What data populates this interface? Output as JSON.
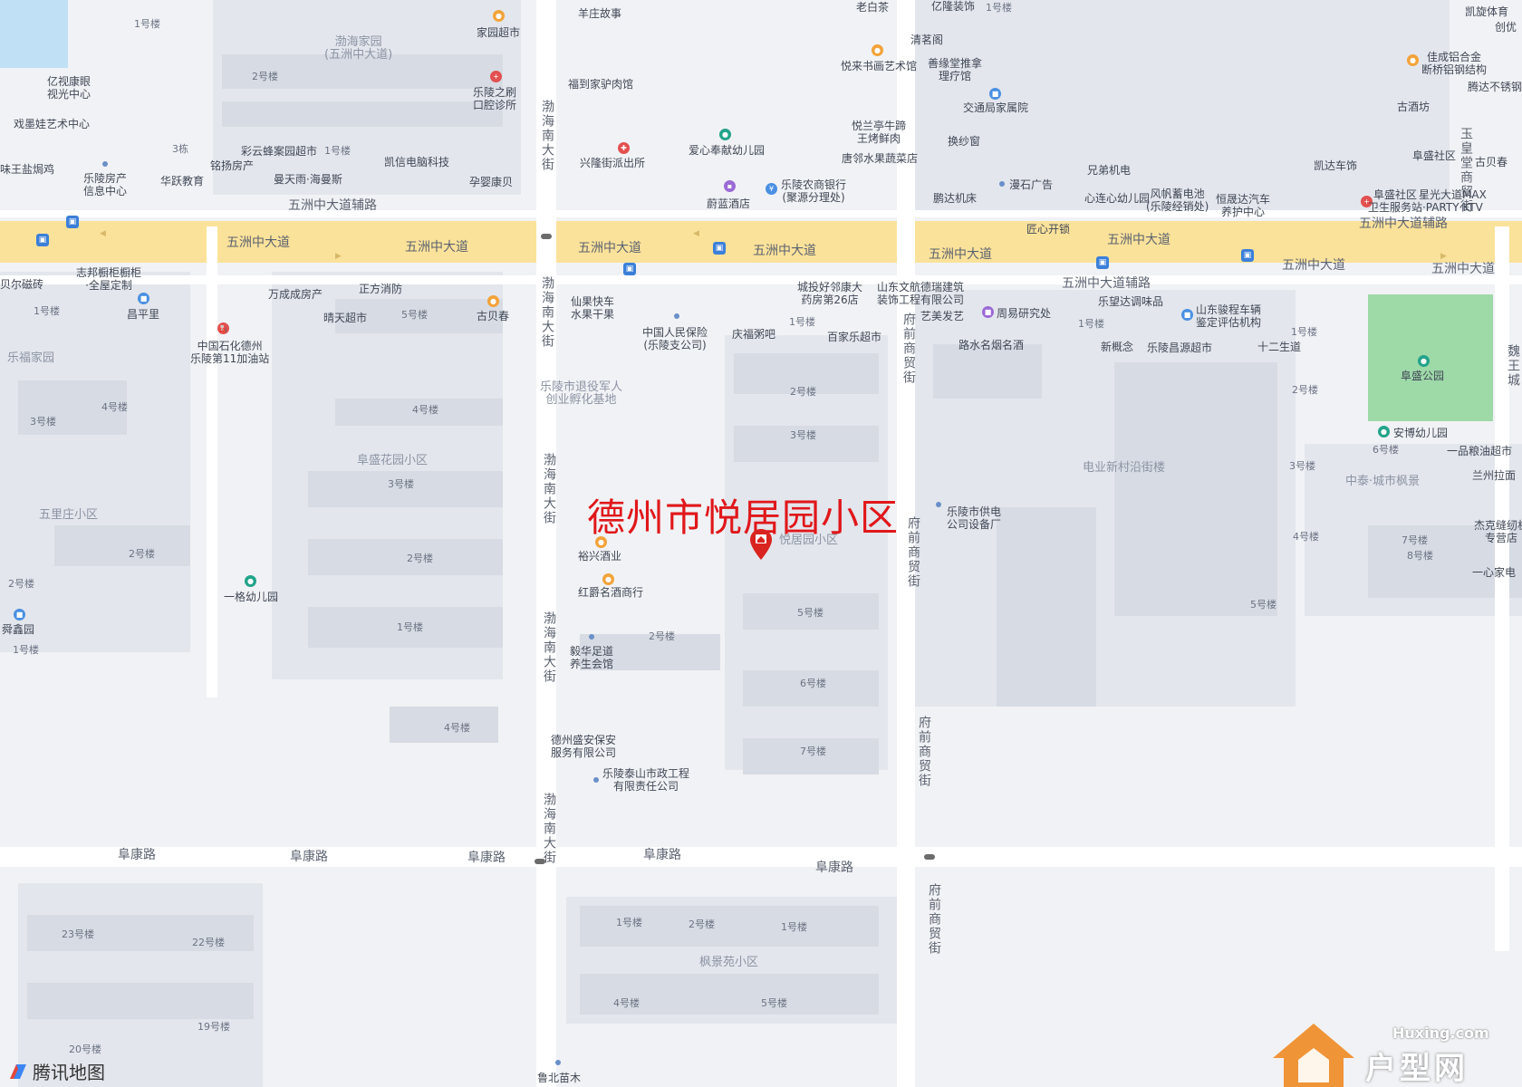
{
  "headline": "德州市悦居园小区",
  "marker": {
    "label": "悦居园小区"
  },
  "roads": {
    "wuzhou_main": "五洲中大道",
    "wuzhou_aux": "五洲中大道辅路",
    "fukang": "阜康路",
    "bohai": "渤海南大街",
    "fuqian": "府前商贸街",
    "yuhuang": "玉皇堂商贸街",
    "wei": "魏王城"
  },
  "areas": [
    "渤海家园\n(五洲中大道)",
    "乐福家园",
    "五里庄小区",
    "阜盛花园小区",
    "乐陵市退役军人\n创业孵化基地",
    "电业新村沿街楼",
    "中泰·城市枫景",
    "枫景苑小区"
  ],
  "buildings": [
    "1号楼",
    "2号楼",
    "3号楼",
    "4号楼",
    "5号楼",
    "6号楼",
    "7号楼",
    "8号楼",
    "19号楼",
    "20号楼",
    "22号楼",
    "23号楼",
    "3栋"
  ],
  "pois": [
    "羊庄故事",
    "家园超市",
    "老白茶",
    "亿隆装饰",
    "凯旋体育",
    "创优",
    "亿视康眼\n视光中心",
    "乐陵之刷\n口腔诊所",
    "福到家驴肉馆",
    "清茗阁",
    "悦来书画艺术馆",
    "善缘堂推拿\n理疗馆",
    "佳成铝合金\n断桥铝钢结构",
    "戏墨娃艺术中心",
    "交通局家属院",
    "腾达不锈钢",
    "古酒坊",
    "兴隆街派出所",
    "爱心奉献幼儿园",
    "悦兰亭牛蹄\n王烤鲜肉",
    "换纱窗",
    "唐邻水果蔬菜店",
    "兄弟机电",
    "风帆蓄电池\n(乐陵经销处)",
    "恒晟达汽车\n养护中心",
    "凯达车饰",
    "阜盛社区",
    "古贝春",
    "味王盐焗鸡",
    "乐陵房产\n信息中心",
    "华跃教育",
    "铭扬房产",
    "彩云蜂案园超市",
    "曼天雨·海曼斯",
    "凯信电脑科技",
    "孕婴康贝",
    "蔚蓝酒店",
    "乐陵农商银行\n(聚源分理处)",
    "鹏达机床",
    "漫石广告",
    "心连心幼儿园",
    "阜盛社区\n卫生服务站",
    "星光大道MAX\n·PARTY·KTV",
    "匠心开锁",
    "志邦橱柜橱柜\n·全屋定制",
    "贝尔磁砖",
    "昌平里",
    "万成成房产",
    "正方消防",
    "晴天超市",
    "古贝春",
    "仙果快车\n水果干果",
    "中国人民保险\n(乐陵支公司)",
    "城投好邻康大\n药房第26店",
    "庆福粥吧",
    "百家乐超市",
    "山东文航德瑞建筑\n装饰工程有限公司",
    "艺美发艺",
    "周易研究处",
    "路水名烟名酒",
    "乐望达调味品",
    "新概念",
    "乐陵昌源超市",
    "山东骏程车辆\n鉴定评估机构",
    "十二生道",
    "中国石化德州\n乐陵第11加油站",
    "阜盛公园",
    "安博幼儿园",
    "一品粮油超市",
    "兰州拉面",
    "杰克缝纫机\n专营店",
    "一心家电",
    "裕兴酒业",
    "红爵名酒商行",
    "毅华足道\n养生会馆",
    "德州盛安保安\n服务有限公司",
    "乐陵泰山市政工程\n有限责任公司",
    "乐陵市供电\n公司设备厂",
    "一格幼儿园",
    "舜鑫园",
    "鲁北苗木"
  ],
  "logo": "腾讯地图",
  "watermark": {
    "url": "Huxing.com",
    "brand": "户型网"
  },
  "colors": {
    "headline": "#e0171b",
    "main_road": "#fbe29a",
    "park": "#9ed9a8"
  }
}
